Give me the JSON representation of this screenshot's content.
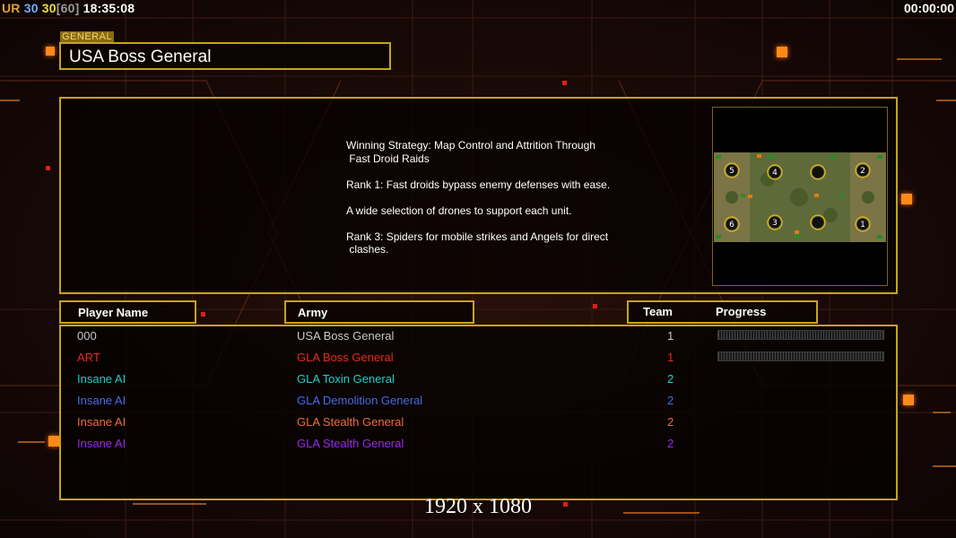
{
  "hud": {
    "ur_label": "UR",
    "value_1": "30",
    "value_2": "30",
    "value_3": "[60]",
    "clock": "18:35:08",
    "timer": "00:00:00"
  },
  "general": {
    "tag": "GENERAL",
    "name": "USA Boss General"
  },
  "description": [
    "Winning Strategy: Map Control and Attrition Through\n Fast Droid Raids",
    "Rank 1: Fast droids bypass enemy defenses with ease.",
    "A wide selection of drones to support each unit.",
    "Rank 3: Spiders for mobile strikes and Angels for direct\n clashes."
  ],
  "map": {
    "start_positions": [
      "5",
      "4",
      "2",
      "6",
      "3",
      "1"
    ]
  },
  "columns": {
    "player_name": "Player Name",
    "army": "Army",
    "team": "Team",
    "progress": "Progress"
  },
  "players": [
    {
      "name": "000",
      "army": "USA Boss General",
      "team": "1",
      "color": "#c8c8c8",
      "progress_visible": true
    },
    {
      "name": "ART",
      "army": "GLA Boss General",
      "team": "1",
      "color": "#e82a1e",
      "progress_visible": true
    },
    {
      "name": "Insane AI",
      "army": "GLA Toxin General",
      "team": "2",
      "color": "#1ecece",
      "progress_visible": false
    },
    {
      "name": "Insane AI",
      "army": "GLA Demolition General",
      "team": "2",
      "color": "#4a6ae8",
      "progress_visible": false
    },
    {
      "name": "Insane AI",
      "army": "GLA Stealth General",
      "team": "2",
      "color": "#f06a3a",
      "progress_visible": false
    },
    {
      "name": "Insane AI",
      "army": "GLA Stealth General",
      "team": "2",
      "color": "#9a2ae8",
      "progress_visible": false
    }
  ],
  "resolution": "1920 x 1080",
  "colors": {
    "frame_yellow": "#c8a414",
    "accent_orange": "#ff8a1a"
  }
}
